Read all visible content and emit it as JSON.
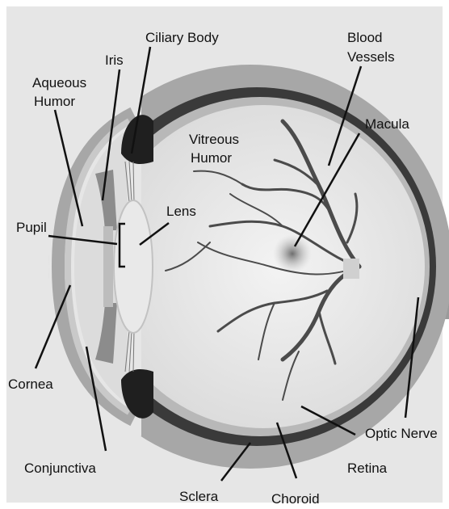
{
  "labels": {
    "ciliary_body": "Ciliary Body",
    "iris": "Iris",
    "aqueous_humor_1": "Aqueous",
    "aqueous_humor_2": "Humor",
    "blood_vessels_1": "Blood",
    "blood_vessels_2": "Vessels",
    "macula": "Macula",
    "vitreous_humor_1": "Vitreous",
    "vitreous_humor_2": "Humor",
    "lens": "Lens",
    "pupil": "Pupil",
    "cornea": "Cornea",
    "conjunctiva": "Conjunctiva",
    "optic_nerve": "Optic Nerve",
    "retina": "Retina",
    "sclera": "Sclera",
    "choroid": "Choroid"
  },
  "colors": {
    "background": "#e6e6e6",
    "sclera": "#a7a7a7",
    "choroid": "#3a3a3a",
    "vitreous": "#efefef",
    "vessels": "#4b4b4b",
    "leader_lines": "#111111"
  }
}
